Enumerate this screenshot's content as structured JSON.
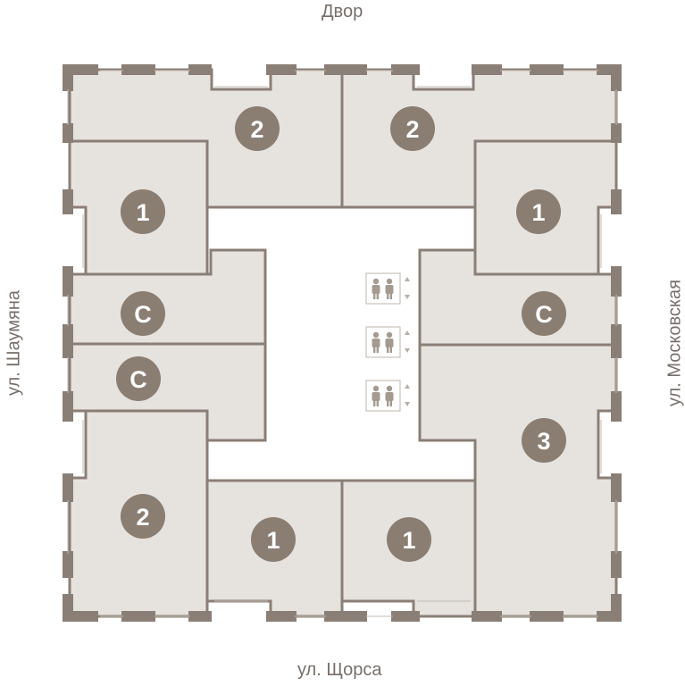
{
  "streets": {
    "top": "Двор",
    "bottom": "ул. Щорса",
    "left": "ул. Шаумяна",
    "right": "ул. Московская"
  },
  "apartments": [
    {
      "id": "apt-top-left-2",
      "label": "2"
    },
    {
      "id": "apt-left-1",
      "label": "1"
    },
    {
      "id": "apt-left-c-upper",
      "label": "С"
    },
    {
      "id": "apt-left-c-lower",
      "label": "С"
    },
    {
      "id": "apt-bottom-left-2",
      "label": "2"
    },
    {
      "id": "apt-bottom-1-left",
      "label": "1"
    },
    {
      "id": "apt-bottom-1-right",
      "label": "1"
    },
    {
      "id": "apt-right-3",
      "label": "3"
    },
    {
      "id": "apt-right-c",
      "label": "С"
    },
    {
      "id": "apt-right-1",
      "label": "1"
    },
    {
      "id": "apt-top-right-2",
      "label": "2"
    }
  ],
  "elevators": [
    {
      "id": "elevator-1"
    },
    {
      "id": "elevator-2"
    },
    {
      "id": "elevator-3"
    }
  ],
  "colors": {
    "apartment_fill": "#e6e2de",
    "wall": "#8a7f76",
    "badge": "#8a7d72",
    "street_text": "#77706a"
  }
}
